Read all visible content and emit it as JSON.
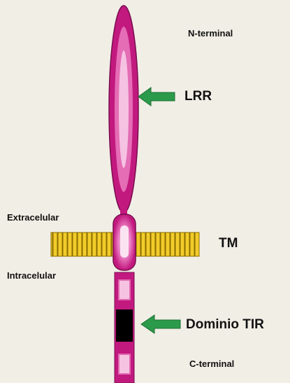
{
  "labels": {
    "n_terminal": "N-terminal",
    "lrr": "LRR",
    "extracelular": "Extracelular",
    "tm": "TM",
    "intracelular": "Intracelular",
    "dominio_tir": "Dominio TIR",
    "c_terminal": "C-terminal"
  },
  "colors": {
    "background": "#f1eee6",
    "receptor_magenta": "#c2197f",
    "receptor_light": "#f5c2e2",
    "membrane_yellow": "#f2cc2a",
    "membrane_stripe": "#8a6d00",
    "arrow_green": "#2b9a4a",
    "tir_block": "#000000"
  },
  "icons": {
    "lrr_pointer": "left-arrow-icon",
    "tir_pointer": "left-arrow-icon"
  }
}
